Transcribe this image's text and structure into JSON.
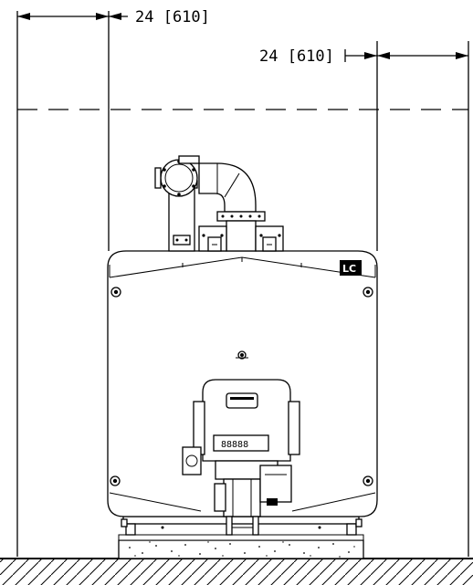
{
  "dimensions": {
    "left_clearance": "24 [610]",
    "right_clearance": "24 [610]"
  },
  "display": {
    "readout": "88888"
  },
  "badge": {
    "logo_text": "LC"
  }
}
